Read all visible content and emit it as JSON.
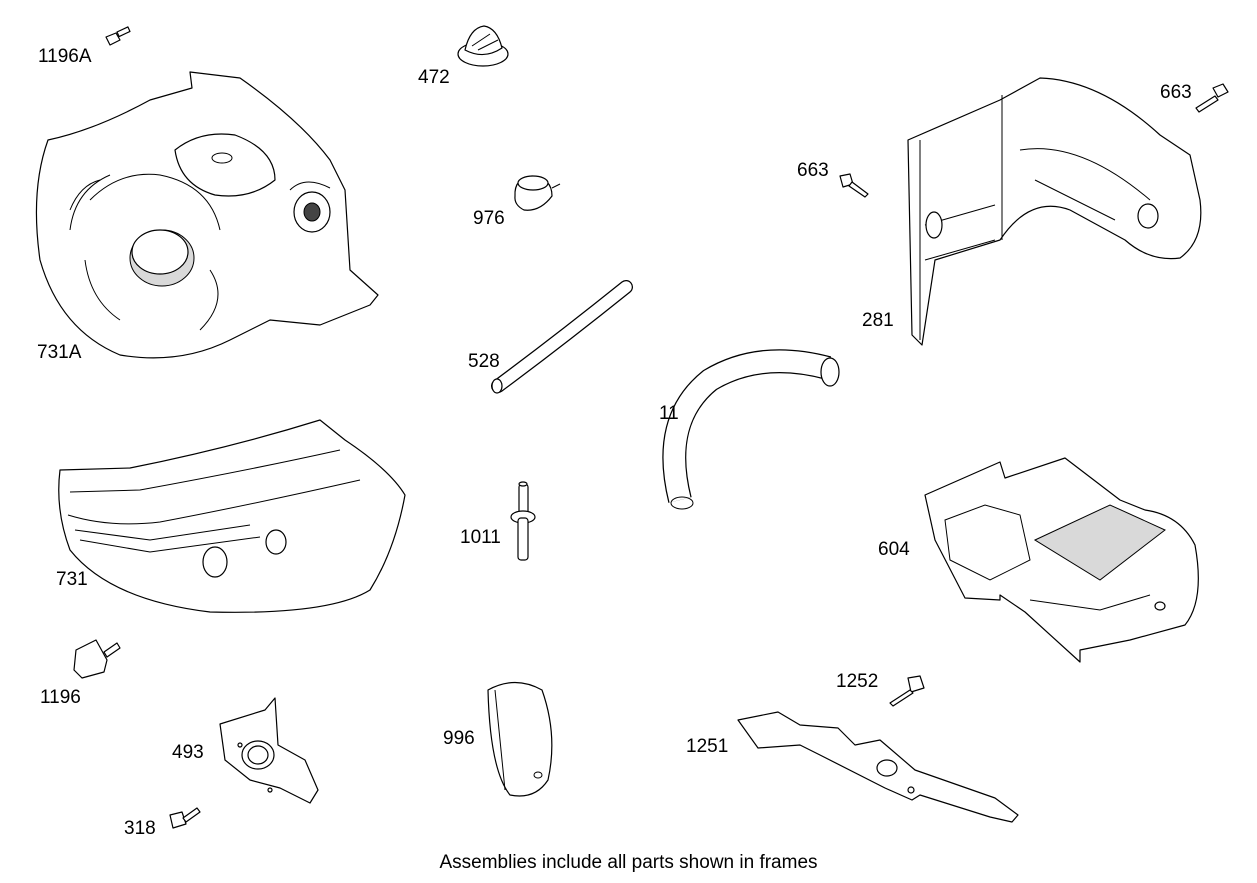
{
  "labels": {
    "p1196a": "1196A",
    "p472": "472",
    "p663a": "663",
    "p663b": "663",
    "p976": "976",
    "p731a": "731A",
    "p528": "528",
    "p281": "281",
    "p11": "11",
    "p731": "731",
    "p1011": "1011",
    "p604": "604",
    "p1196": "1196",
    "p1252": "1252",
    "p493": "493",
    "p996": "996",
    "p1251": "1251",
    "p318": "318"
  },
  "footer": "Assemblies include all parts shown in frames"
}
